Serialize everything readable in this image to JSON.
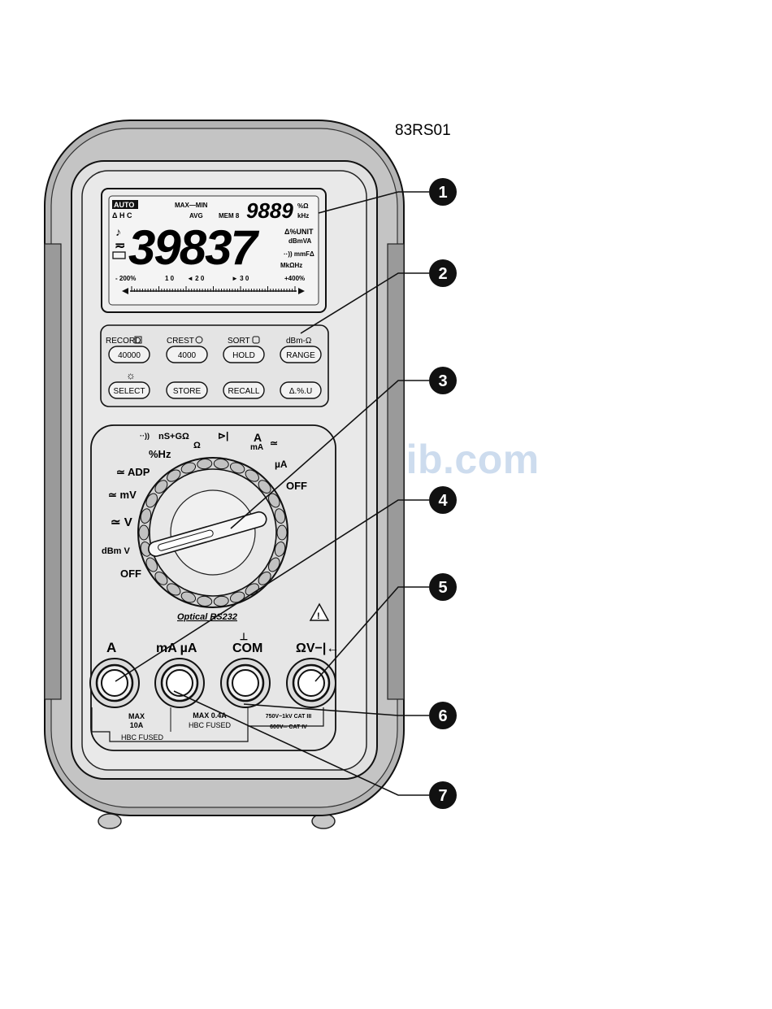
{
  "model_label": "83RS01",
  "watermark": "ManualsLib.com",
  "callouts": [
    "1",
    "2",
    "3",
    "4",
    "5",
    "6",
    "7"
  ],
  "lcd": {
    "auto": "AUTO",
    "maxmin": "MAX—MIN",
    "aux_value": "9889",
    "aux_units": "%Ω",
    "khz": "kHz",
    "row2": "Δ H C",
    "avg": "AVG",
    "mem": "MEM 8",
    "main_value": "39837",
    "dxunit": "Δ%UNIT",
    "dbmva": "dBmVA",
    "mmf": "··)) mmFΔ",
    "mkhz": "MkΩHz",
    "scale": [
      "- 200%",
      "1 0",
      "◄ 2 0",
      "► 3 0",
      "+400%"
    ]
  },
  "buttons": {
    "labels_top": [
      "RECORD",
      "CREST",
      "SORT",
      "dBm-Ω"
    ],
    "row1": [
      "40000",
      "4000",
      "HOLD",
      "RANGE"
    ],
    "sun": "☼",
    "row2": [
      "SELECT",
      "STORE",
      "RECALL",
      "Δ.%.U"
    ]
  },
  "dial": {
    "labels": [
      "··))",
      "nS+GΩ",
      "Ω",
      "A",
      "mA",
      "≃",
      "%Hz",
      "≃ ADP",
      "≃ mV",
      "≃ V",
      "dBm V",
      "OFF",
      "µA",
      "OFF"
    ],
    "optical": "Optical RS232",
    "warning": "!"
  },
  "jacks": {
    "labels": [
      "A",
      "mA µA",
      "COM",
      "ΩV−|←"
    ],
    "com_symbol": "⊥",
    "fuse1": [
      "MAX",
      "10A",
      "HBC FUSED"
    ],
    "fuse2": [
      "MAX 0.4A",
      "HBC FUSED"
    ],
    "cat": [
      "750V~1kV CAT III",
      "600V═ CAT IV"
    ]
  }
}
